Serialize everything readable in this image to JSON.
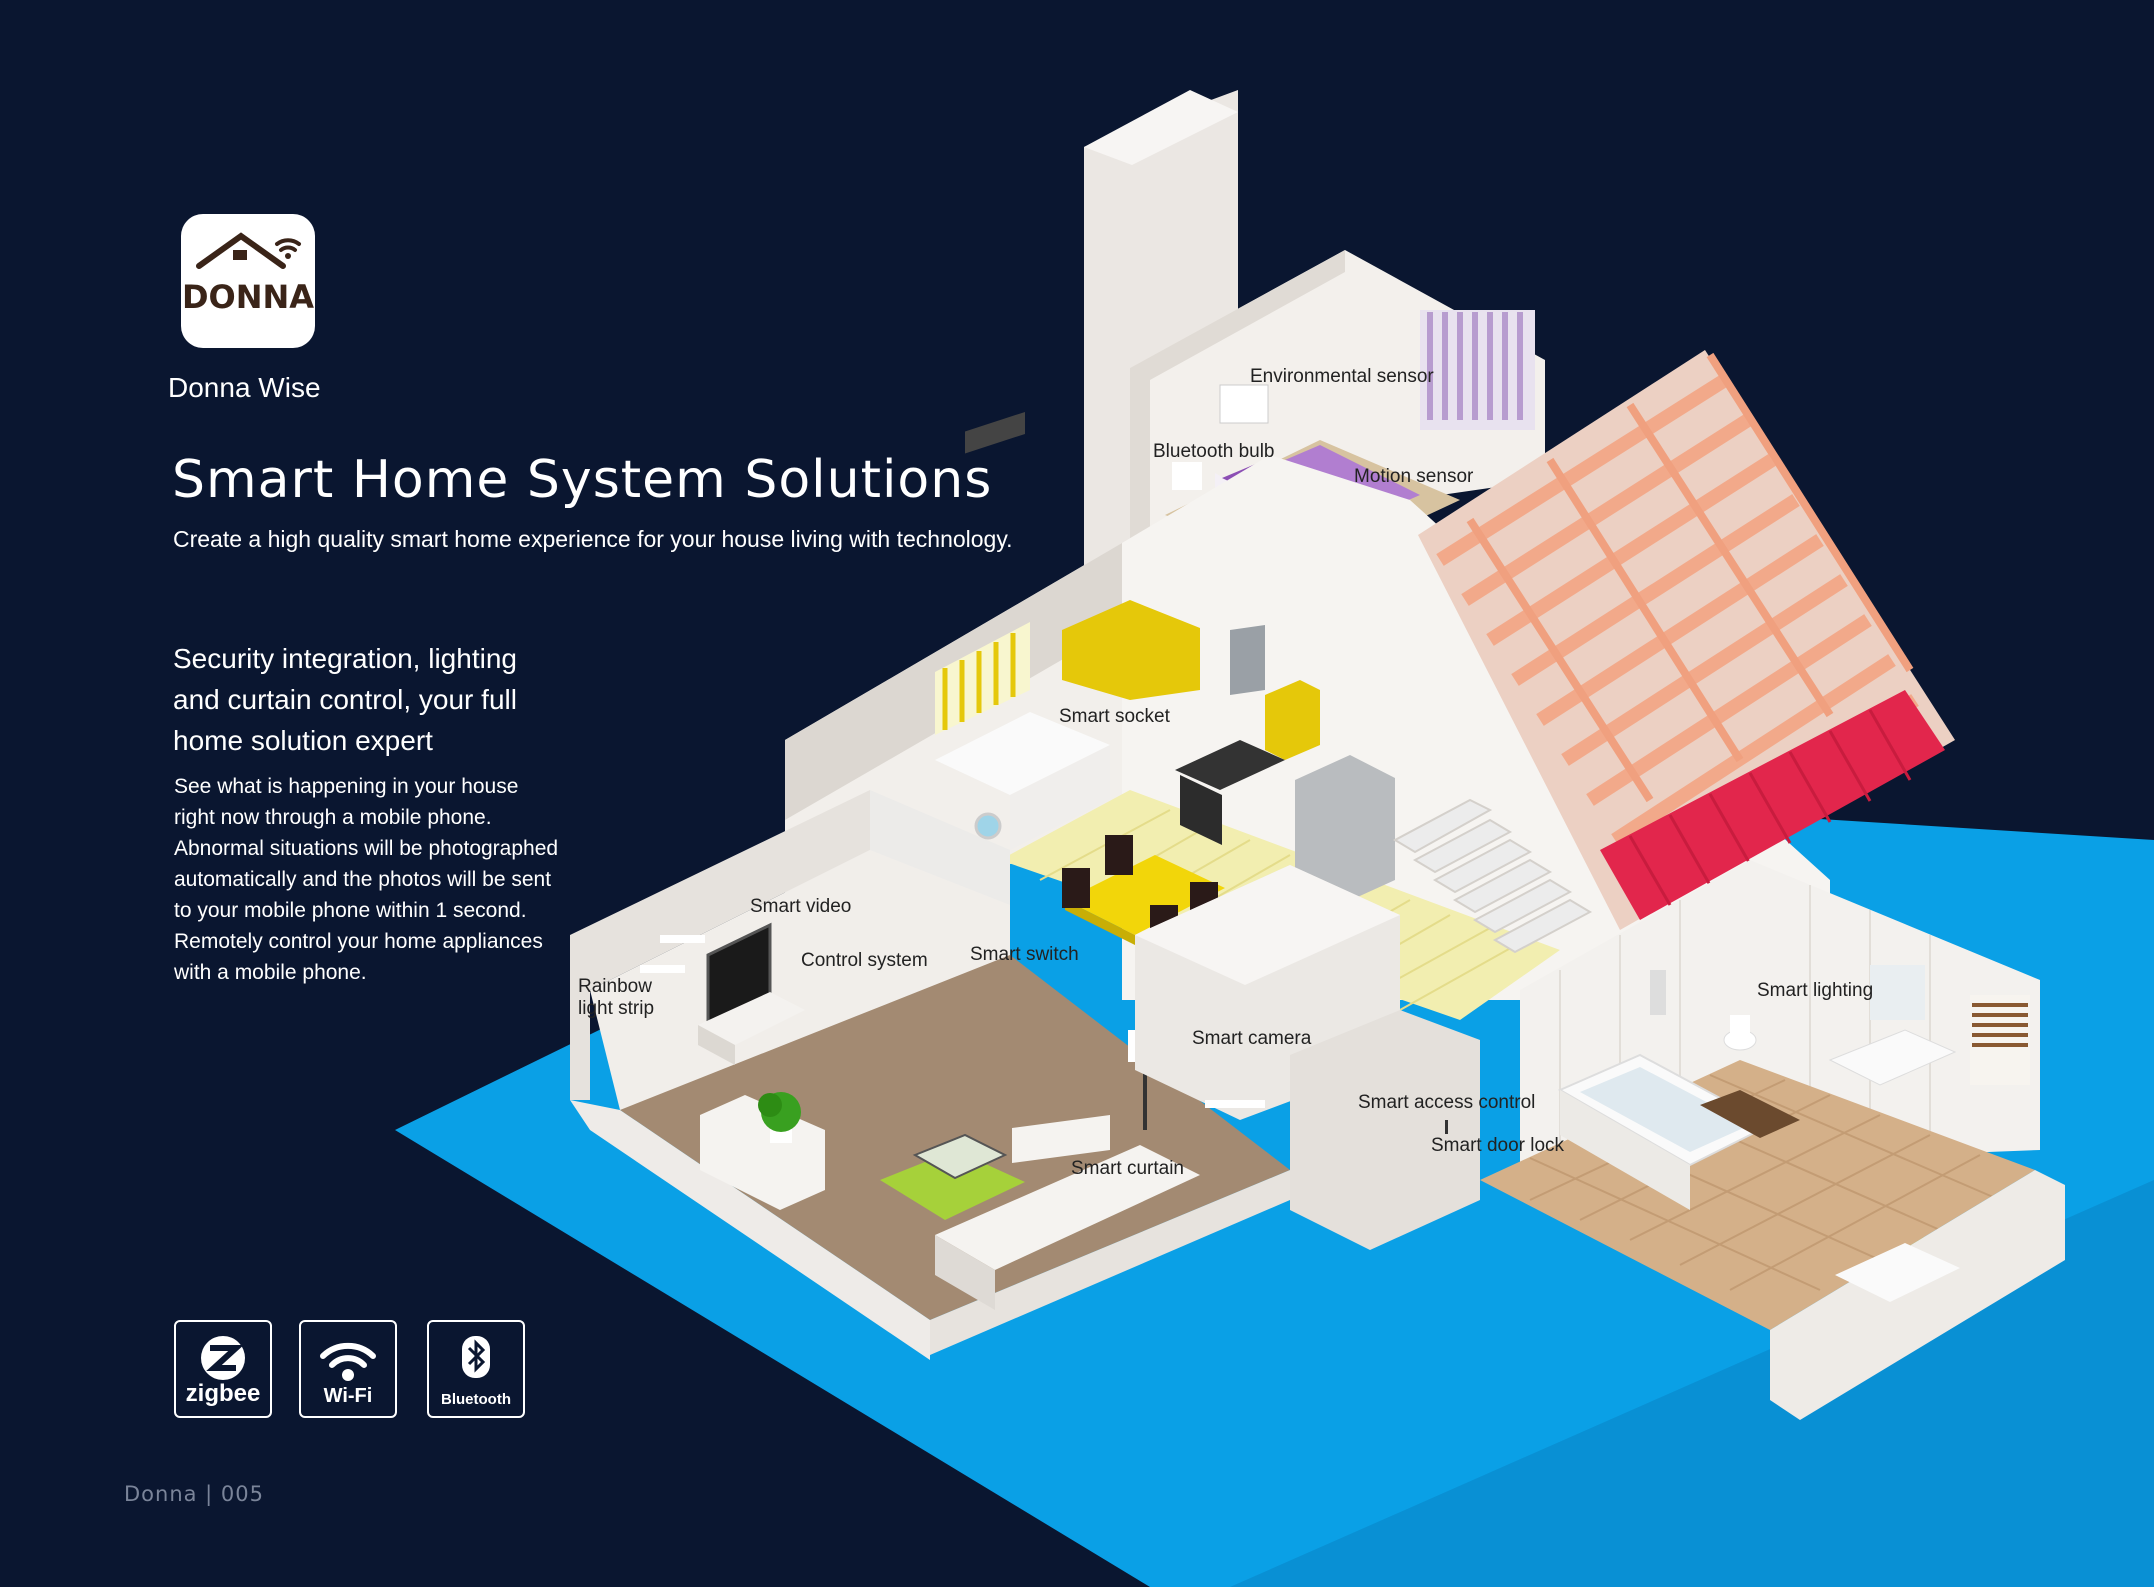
{
  "brand": {
    "logo_text": "DONNA",
    "name": "Donna Wise"
  },
  "hero": {
    "title": "Smart Home System Solutions",
    "subtitle": "Create a high quality smart home experience for your house living with technology."
  },
  "feature": {
    "title_lines": [
      "Security integration, lighting",
      "and curtain control, your full",
      "home solution expert"
    ],
    "body_lines": [
      "See what is happening in your house",
      "right now through a mobile phone.",
      "Abnormal situations will be photographed",
      "automatically and the photos will be sent",
      "to your mobile phone within 1 second.",
      "Remotely control your home appliances",
      "with a mobile phone."
    ]
  },
  "protocols": [
    {
      "label": "zigbee",
      "icon": "zigbee-icon"
    },
    {
      "label": "Wi-Fi",
      "icon": "wifi-icon"
    },
    {
      "label": "Bluetooth",
      "icon": "bluetooth-icon"
    }
  ],
  "footer": {
    "text": "Donna | 005"
  },
  "device_labels": {
    "environmental_sensor": "Environmental sensor",
    "bluetooth_bulb": "Bluetooth bulb",
    "motion_sensor": "Motion sensor",
    "smart_socket": "Smart socket",
    "smart_video": "Smart video",
    "control_system": "Control system",
    "smart_switch": "Smart switch",
    "rainbow_light_strip_1": "Rainbow",
    "rainbow_light_strip_2": "light strip",
    "smart_camera": "Smart camera",
    "smart_lighting": "Smart lighting",
    "smart_access_control": "Smart access control",
    "smart_door_lock": "Smart door lock",
    "smart_curtain": "Smart curtain"
  },
  "colors": {
    "background": "#0a1630",
    "water": "#0aa0e6",
    "roof_tile": "#f2a98a",
    "roof_edge": "#e2264c",
    "cabinet": "#e5c80a",
    "bedding": "#a569bd",
    "living_floor": "#a38a72",
    "kitchen_floor": "#f2eeb0",
    "bath_floor": "#d4b089"
  }
}
